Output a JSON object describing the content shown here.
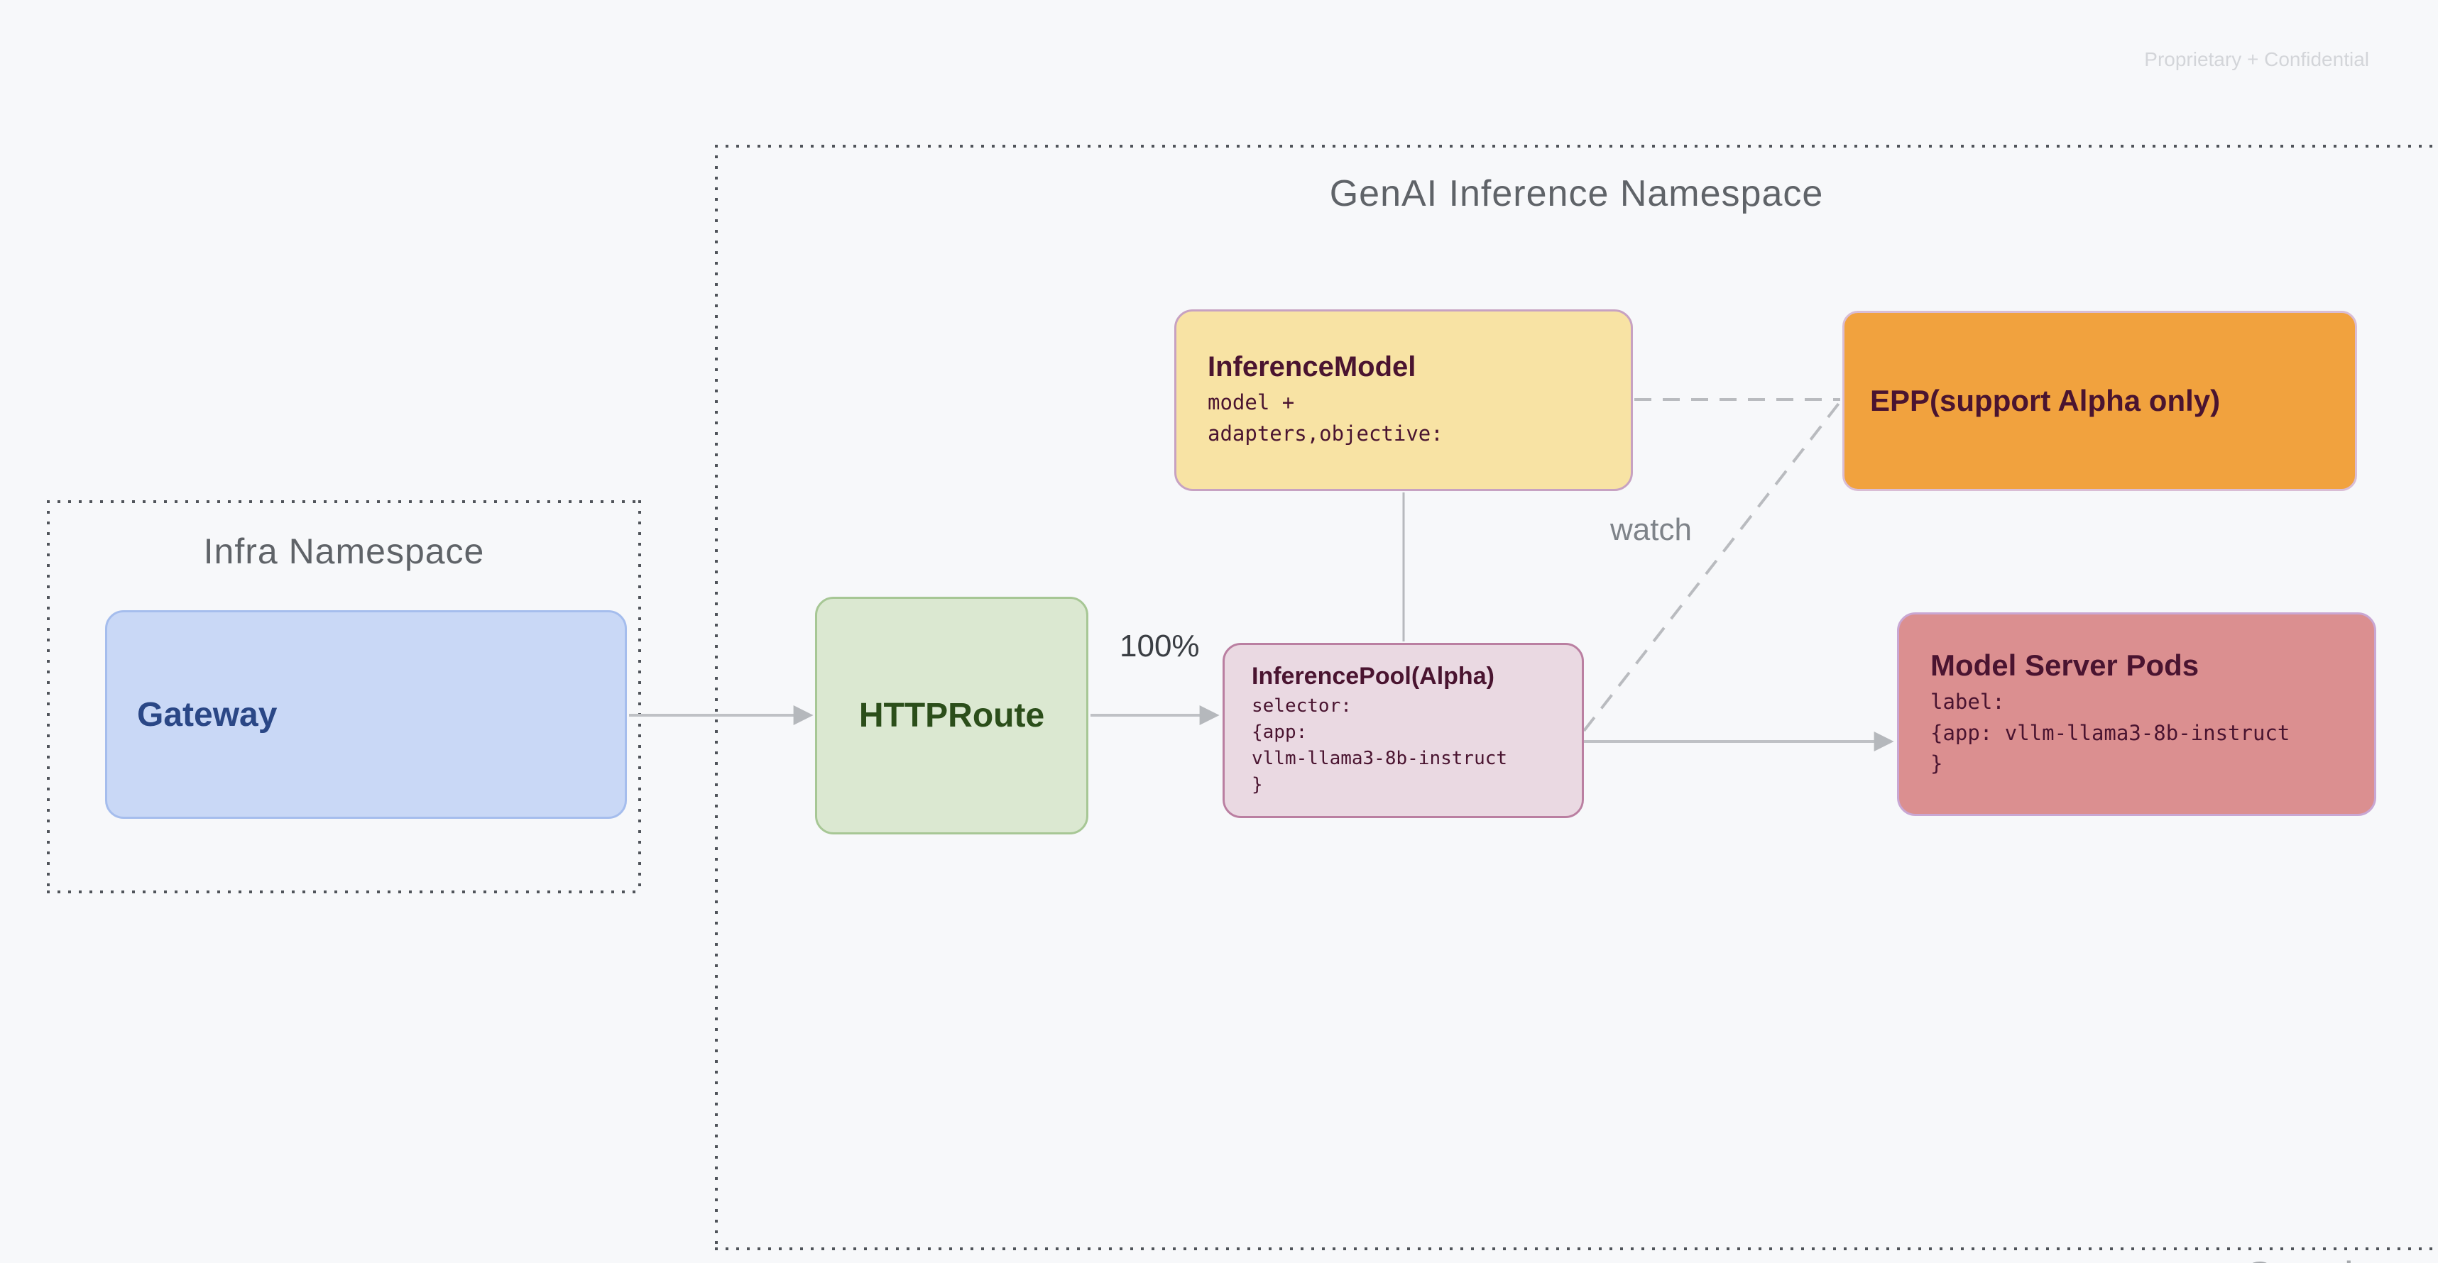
{
  "page": {
    "confidential_note": "Proprietary + Confidential",
    "watermark_fragment": "Google"
  },
  "namespaces": {
    "infra": {
      "title": "Infra Namespace"
    },
    "genai": {
      "title": "GenAI Inference Namespace"
    }
  },
  "nodes": {
    "gateway": {
      "title": "Gateway"
    },
    "httproute": {
      "title": "HTTPRoute"
    },
    "inference_model": {
      "title": "InferenceModel",
      "body": "model +\nadapters,objective:"
    },
    "epp": {
      "title": "EPP(support Alpha only)"
    },
    "inference_pool": {
      "title": "InferencePool(Alpha)",
      "body": "selector:\n{app:\nvllm-llama3-8b-instruct\n}"
    },
    "model_server_pods": {
      "title": "Model Server Pods",
      "body": "label:\n{app: vllm-llama3-8b-instruct\n}"
    }
  },
  "edges": {
    "httproute_to_pool_label": "100%",
    "epp_watch_label": "watch"
  },
  "colors": {
    "background": "#F7F8FA",
    "namespace_dots": "#50545A",
    "namespace_title": "#5F6368",
    "gateway_fill": "#C9D8F6",
    "gateway_border": "#A5BDED",
    "gateway_text": "#2A4786",
    "httproute_fill": "#DBE8D1",
    "httproute_border": "#A7C795",
    "httproute_text": "#2B4E1A",
    "inference_model_fill": "#F8E3A4",
    "inference_model_border": "#C7A2C2",
    "epp_fill": "#F1A23E",
    "epp_border": "#D9BDD5",
    "inference_pool_fill": "#EAD9E2",
    "inference_pool_border": "#BA7FA1",
    "model_server_pods_fill": "#DB8F90",
    "model_server_pods_border": "#C9A7D3",
    "dark_plum_text": "#4A1430",
    "arrow": "#BFC1C5",
    "label_strong": "#3A3E43",
    "label_muted": "#7E8389",
    "confidential": "#D3D5D9"
  }
}
